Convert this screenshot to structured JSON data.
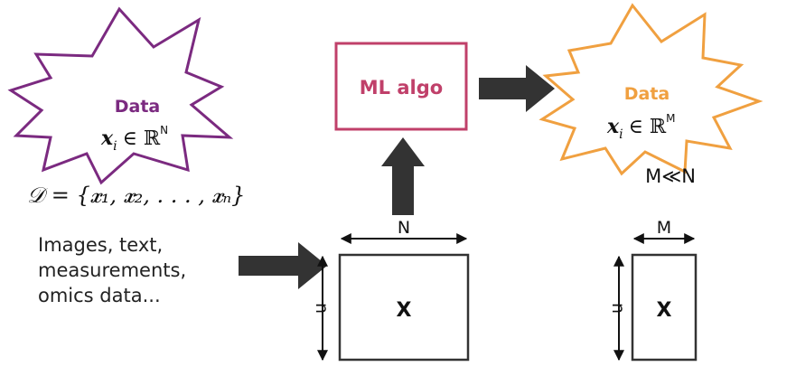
{
  "input_burst": {
    "title": "Data",
    "symbol": "𝒙",
    "subscript": "i",
    "relation": "∈ ℝ",
    "superscript": "N",
    "color": "#7b2a80"
  },
  "output_burst": {
    "title": "Data",
    "symbol": "𝒙",
    "subscript": "i",
    "relation": "∈ ℝ",
    "superscript": "M",
    "color": "#f0a040"
  },
  "algo_box": {
    "label": "ML algo",
    "color": "#c0406a"
  },
  "dataset_formula": "𝒟 = {𝒙₁, 𝒙₂, . . . , 𝒙ₙ}",
  "condition": "M≪N",
  "examples_lines": [
    "Images, text,",
    "measurements,",
    "omics data..."
  ],
  "input_matrix": {
    "label": "X",
    "width_label": "N",
    "height_label": "n"
  },
  "output_matrix": {
    "label": "X",
    "width_label": "M",
    "height_label": "n"
  },
  "arrow_color": "#333333"
}
